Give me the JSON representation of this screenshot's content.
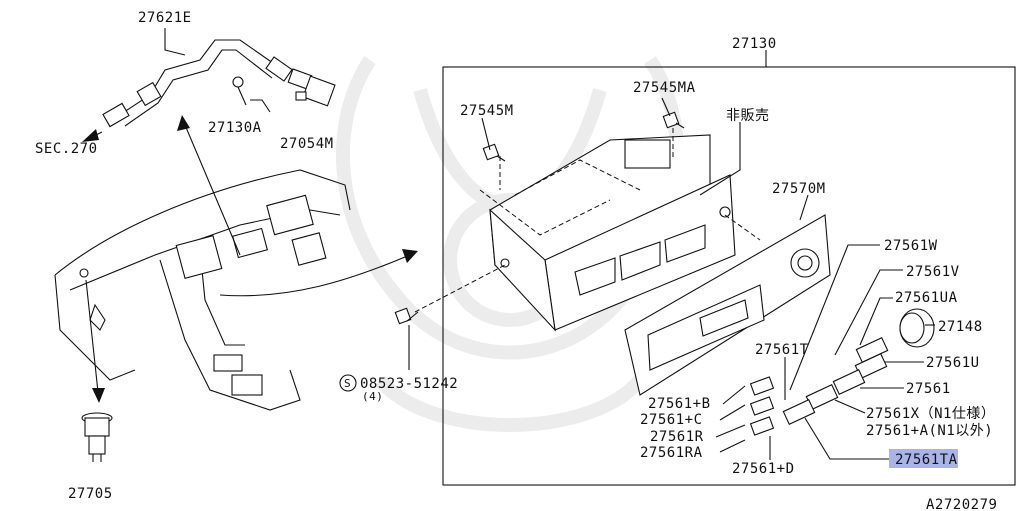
{
  "diagram": {
    "footer_code": "A2720279",
    "highlight_color": "#a8b4e8",
    "labels": {
      "l_27621e": "27621E",
      "l_sec270": "SEC.270",
      "l_27130a": "27130A",
      "l_27054m": "27054M",
      "l_27705": "27705",
      "l_27130": "27130",
      "l_27545m": "27545M",
      "l_27545ma": "27545MA",
      "l_hihanbai": "非販売",
      "l_27570m": "27570M",
      "l_27561w": "27561W",
      "l_27561v": "27561V",
      "l_27561ua": "27561UA",
      "l_27148": "27148",
      "l_27561u": "27561U",
      "l_27561t": "27561T",
      "l_27561": "27561",
      "l_27561b": "27561+B",
      "l_27561c": "27561+C",
      "l_27561r": "27561R",
      "l_27561ra": "27561RA",
      "l_27561x": "27561X（N1仕様）",
      "l_27561a": "27561+A(N1以外)",
      "l_27561ta": "27561TA",
      "l_27561d": "27561+D",
      "l_08523": "08523-51242",
      "l_qty4": "(4)",
      "l_s_mark": "S"
    }
  }
}
